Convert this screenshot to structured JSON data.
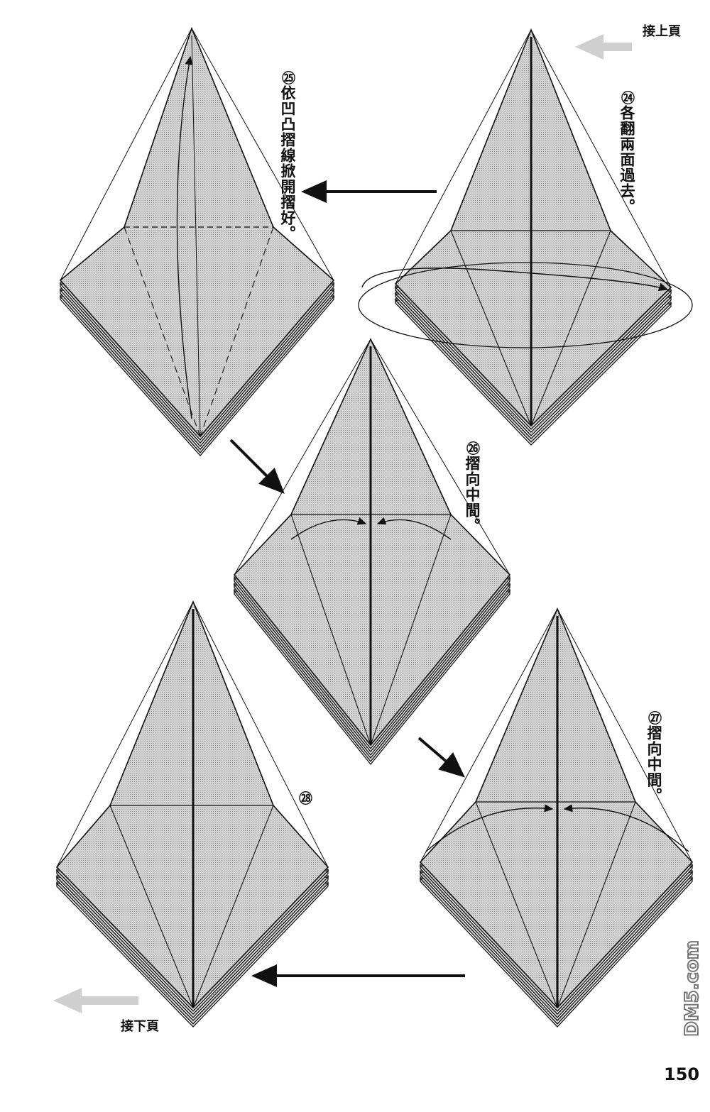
{
  "navigation": {
    "prev_page": "接上頁",
    "next_page": "接下頁"
  },
  "steps": [
    {
      "number": "㉕",
      "instruction": "依凹凸摺線掀開摺好。"
    },
    {
      "number": "㉔",
      "instruction": "各翻兩面過去。"
    },
    {
      "number": "㉖",
      "instruction": "摺向中間。"
    },
    {
      "number": "㉗",
      "instruction": "摺向中間。"
    },
    {
      "number": "㉘",
      "instruction": ""
    }
  ],
  "page_number": "150",
  "watermark": "DM5.com",
  "colors": {
    "paper": "#c4c4c4",
    "line": "#111111",
    "nav_arrow": "#cfcfcf"
  }
}
